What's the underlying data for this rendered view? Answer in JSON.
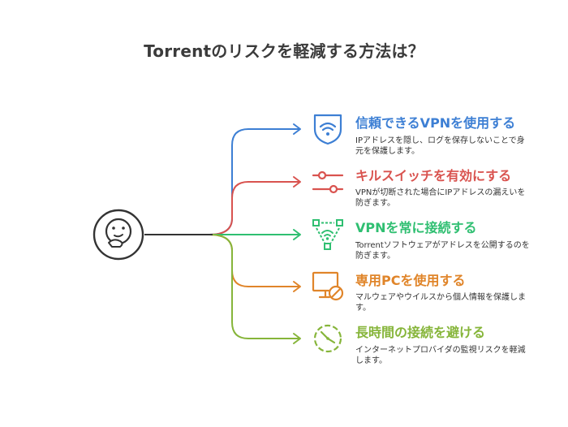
{
  "title": "Torrentのリスクを軽減する方法は？",
  "center_icon": "thinking-face-icon",
  "items": [
    {
      "title": "信頼できるVPNを使用する",
      "description": "IPアドレスを隠し、ログを保存しないことで身元を保護します。",
      "icon": "wifi-shield-icon",
      "color": "#3d7fd4"
    },
    {
      "title": "キルスイッチを有効にする",
      "description": "VPNが切断された場合にIPアドレスの漏えいを防ぎます。",
      "icon": "sliders-icon",
      "color": "#d9534f"
    },
    {
      "title": "VPNを常に接続する",
      "description": "Torrentソフトウェアがアドレスを公開するのを防ぎます。",
      "icon": "network-wifi-icon",
      "color": "#2fbf71"
    },
    {
      "title": "専用PCを使用する",
      "description": "マルウェアやウイルスから個人情報を保護します。",
      "icon": "monitor-blocked-icon",
      "color": "#e0852a"
    },
    {
      "title": "長時間の接続を避ける",
      "description": "インターネットプロバイダの監視リスクを軽減します。",
      "icon": "timer-icon",
      "color": "#86b53a"
    }
  ]
}
